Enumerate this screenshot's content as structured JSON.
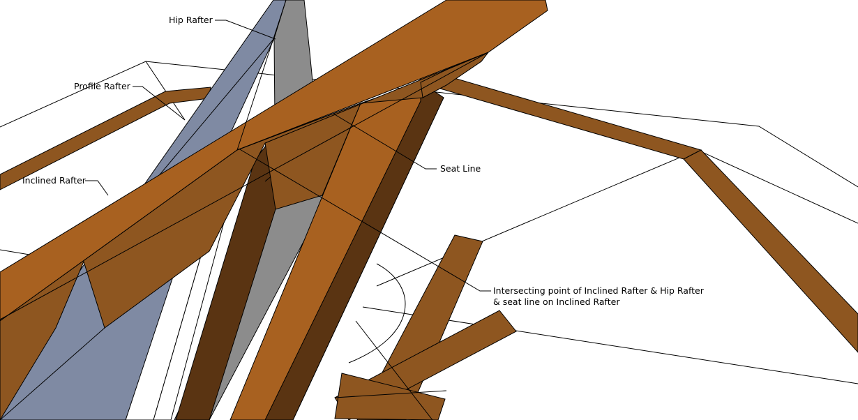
{
  "labels": {
    "hip_rafter": "Hip Rafter",
    "profile_rafter": "Profile Rafter",
    "inclined_rafter": "Inclined Rafter",
    "seat_line": "Seat Line",
    "intersecting_point_line1": "Intersecting point of Inclined Rafter & Hip Rafter",
    "intersecting_point_line2": "& seat line on Inclined Rafter"
  },
  "colors": {
    "background": "#ffffff",
    "wood_light": "#a86120",
    "wood_mid": "#8e5620",
    "wood_dark": "#5a3412",
    "hip_face_blue": "#7f8aa3",
    "hip_face_gray": "#8c8c8c",
    "line": "#000000"
  }
}
